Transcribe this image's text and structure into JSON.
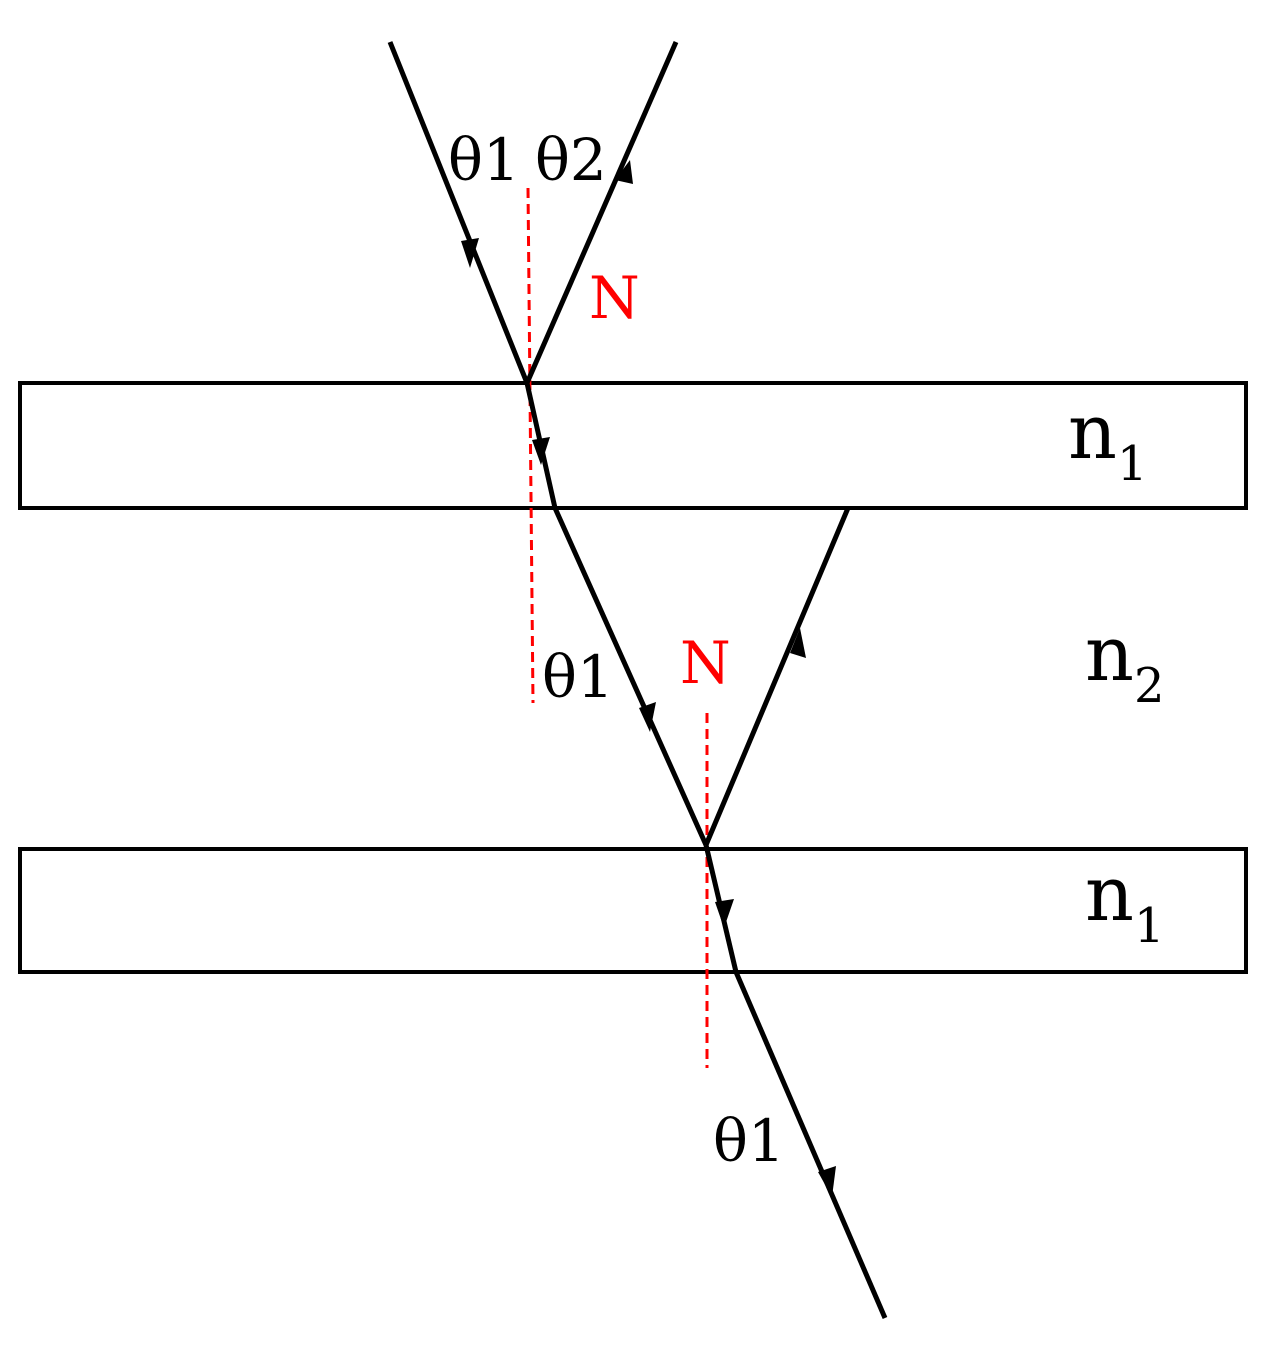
{
  "labels": {
    "theta1_top": "θ1",
    "theta2_top": "θ2",
    "normal_top": "N",
    "medium_top": "n",
    "medium_top_sub": "1",
    "medium_mid": "n",
    "medium_mid_sub": "2",
    "theta1_mid": "θ1",
    "normal_mid": "N",
    "medium_bottom": "n",
    "medium_bottom_sub": "1",
    "theta1_bottom": "θ1"
  },
  "colors": {
    "ray": "#000000",
    "normal": "#ff0000",
    "slab_border": "#000000"
  }
}
